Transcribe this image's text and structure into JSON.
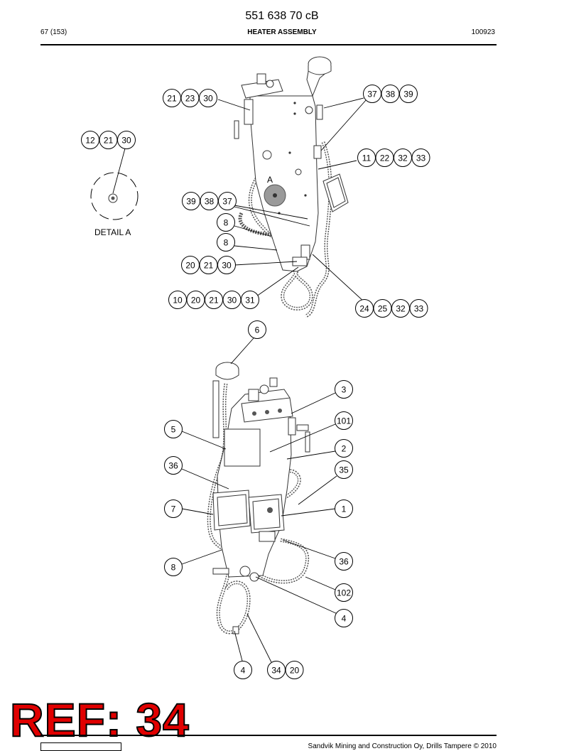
{
  "header": {
    "doc_number": "551 638 70 cB",
    "page": "67 (153)",
    "title": "HEATER ASSEMBLY",
    "date": "100923"
  },
  "labels": {
    "detail": "DETAIL A",
    "detail_marker": "A"
  },
  "callouts_top": [
    [
      "21",
      "23",
      "30"
    ],
    [
      "37",
      "38",
      "39"
    ],
    [
      "12",
      "21",
      "30"
    ],
    [
      "11",
      "22",
      "32",
      "33"
    ],
    [
      "39",
      "38",
      "37"
    ],
    [
      "8"
    ],
    [
      "8"
    ],
    [
      "20",
      "21",
      "30"
    ],
    [
      "10",
      "20",
      "21",
      "30",
      "31"
    ],
    [
      "24",
      "25",
      "32",
      "33"
    ]
  ],
  "callouts_bottom": [
    [
      "6"
    ],
    [
      "3"
    ],
    [
      "101"
    ],
    [
      "5"
    ],
    [
      "2"
    ],
    [
      "36"
    ],
    [
      "35"
    ],
    [
      "7"
    ],
    [
      "1"
    ],
    [
      "36"
    ],
    [
      "8"
    ],
    [
      "102"
    ],
    [
      "4"
    ],
    [
      "4"
    ],
    [
      "34",
      "20"
    ]
  ],
  "watermark": "REF: 34",
  "footer": {
    "copyright": "Sandvik Mining and Construction Oy, Drills Tampere © 2010"
  }
}
